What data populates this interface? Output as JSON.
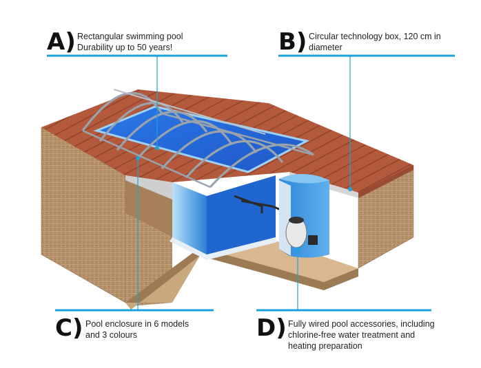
{
  "accent_color": "#1aa3d9",
  "callouts": [
    {
      "letter": "A)",
      "lines": [
        "Rectangular swimming pool",
        "Durability up to 50 years!"
      ]
    },
    {
      "letter": "B)",
      "lines": [
        "Circular technology box, 120 cm in",
        "diameter"
      ]
    },
    {
      "letter": "C)",
      "lines": [
        "Pool enclosure in 6 models",
        "and 3 colours"
      ]
    },
    {
      "letter": "D)",
      "lines": [
        "Fully wired pool accessories, including",
        "chlorine-free water treatment and",
        "heating preparation"
      ]
    }
  ]
}
